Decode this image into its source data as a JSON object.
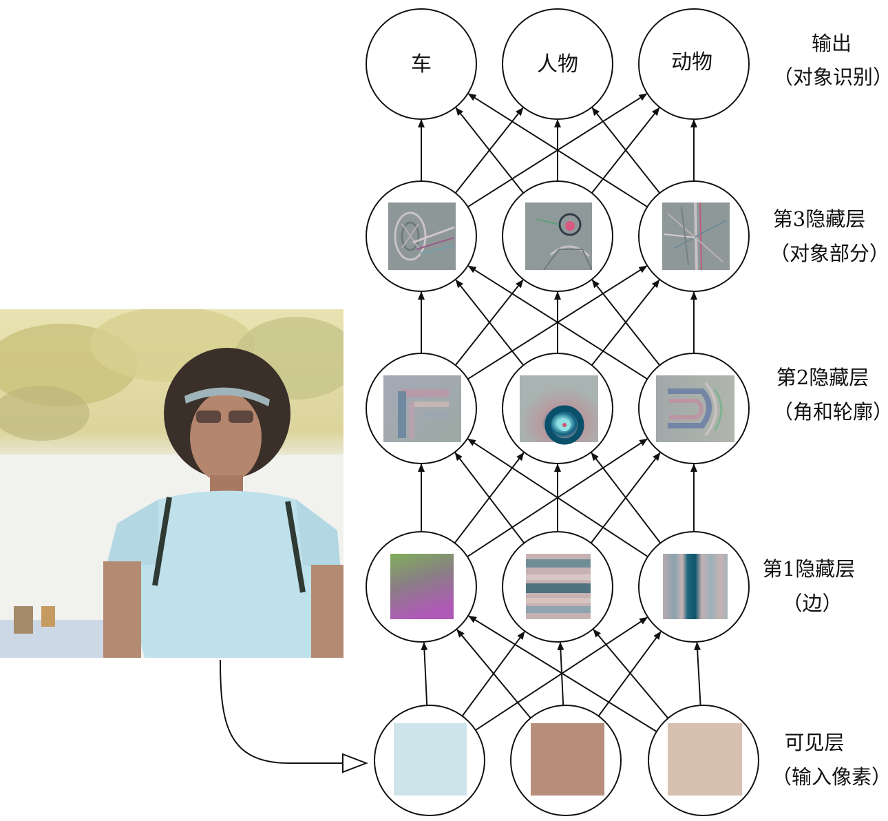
{
  "layers": [
    {
      "id": "output",
      "title": "输出",
      "subtitle": "（对象识别）",
      "nodes": [
        {
          "label": "车"
        },
        {
          "label": "人物"
        },
        {
          "label": "动物"
        }
      ]
    },
    {
      "id": "hidden3",
      "title": "第3隐藏层",
      "subtitle": "（对象部分）",
      "nodes": [
        {
          "feature": "wheel-part-feature"
        },
        {
          "feature": "person-part-feature"
        },
        {
          "feature": "animal-part-feature"
        }
      ]
    },
    {
      "id": "hidden2",
      "title": "第2隐藏层",
      "subtitle": "（角和轮廓）",
      "nodes": [
        {
          "feature": "corner-feature"
        },
        {
          "feature": "blob-feature"
        },
        {
          "feature": "contour-feature"
        }
      ]
    },
    {
      "id": "hidden1",
      "title": "第1隐藏层",
      "subtitle": "（边）",
      "nodes": [
        {
          "feature": "gradient-edge-feature"
        },
        {
          "feature": "horizontal-stripes-feature"
        },
        {
          "feature": "vertical-stripes-feature"
        }
      ]
    },
    {
      "id": "visible",
      "title": "可见层",
      "subtitle": "（输入像素）",
      "nodes": [
        {
          "color": "#cde4ea"
        },
        {
          "color": "#b68e7a"
        },
        {
          "color": "#d8c0b0"
        }
      ]
    }
  ],
  "input_image": {
    "icon": "woman-photo"
  },
  "colors": {
    "stroke": "#111111",
    "background": "#ffffff"
  }
}
